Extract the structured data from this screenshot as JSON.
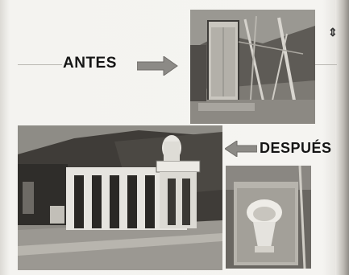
{
  "labels": {
    "before": "ANTES",
    "after": "DESPUÉS"
  },
  "photos": {
    "before": {
      "subject": "latrine-old"
    },
    "after": {
      "subject": "latrine-row-new"
    },
    "toilet": {
      "subject": "toilet-bowl"
    }
  },
  "icons": {
    "before_arrow": "arrow-right-icon",
    "after_arrow": "arrow-left-icon"
  },
  "colors": {
    "paper": "#f1f0ed",
    "ink": "#151515",
    "arrow_fill": "#8c8a86"
  }
}
